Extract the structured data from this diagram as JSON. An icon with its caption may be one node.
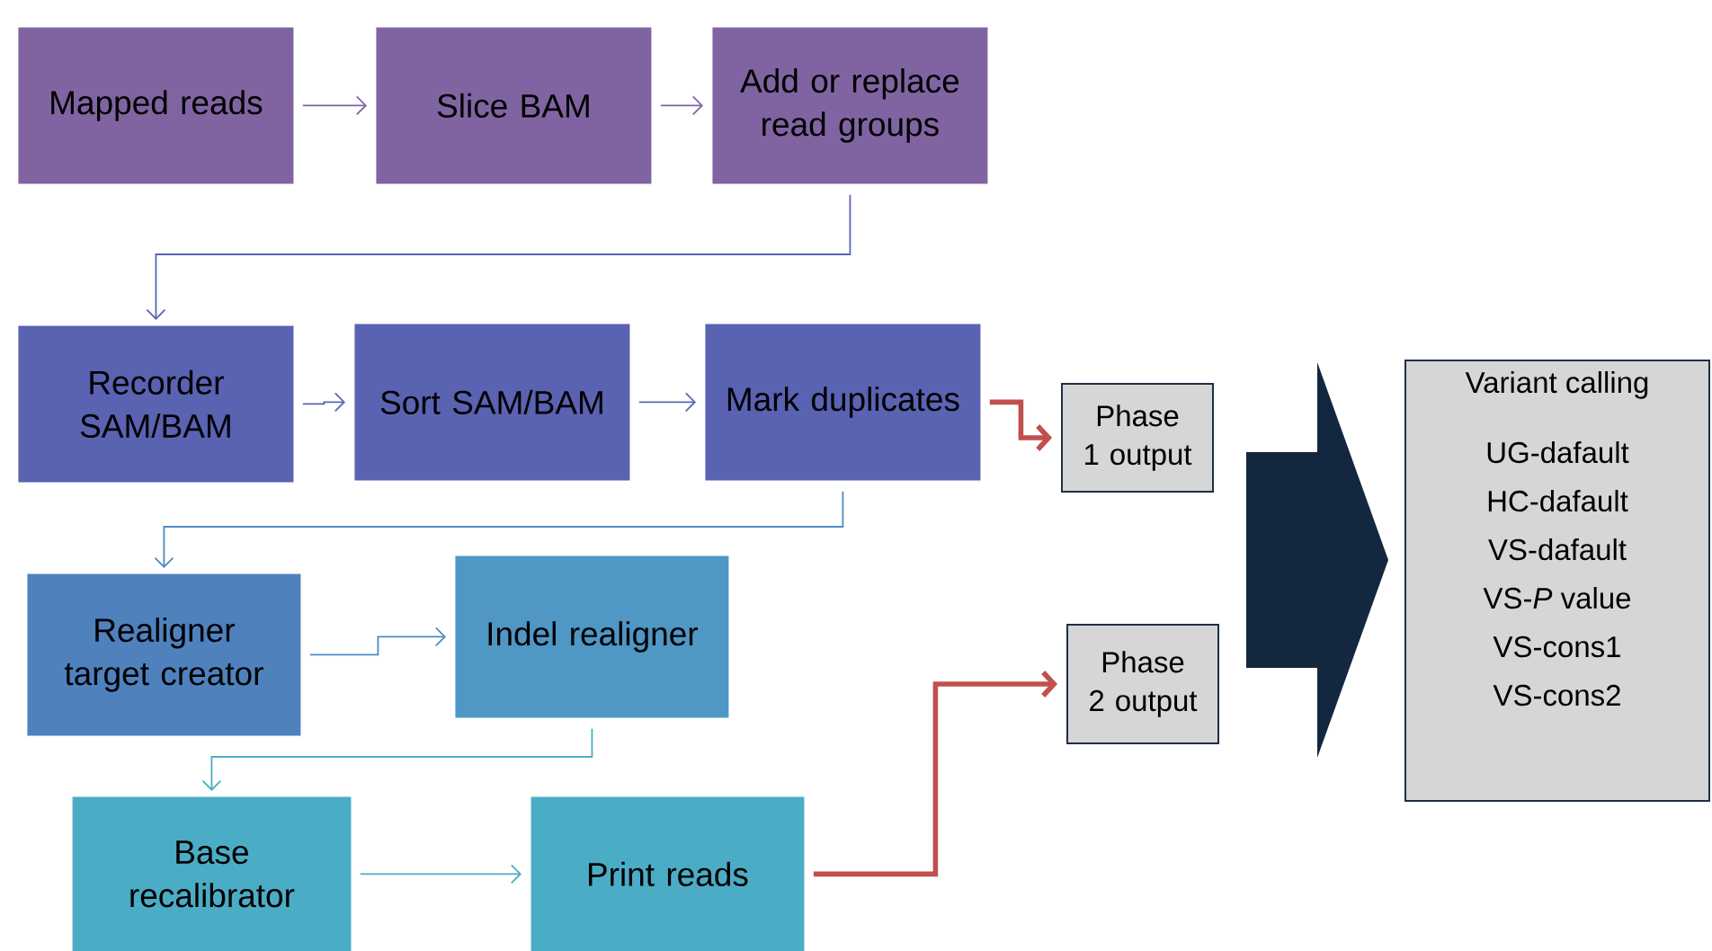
{
  "diagram": {
    "nodes": [
      {
        "text": [
          "Mapped reads"
        ]
      },
      {
        "text": [
          "Slice BAM"
        ]
      },
      {
        "text": [
          "Add or replace read groups"
        ]
      },
      {
        "text": [
          "Recorder SAM/BAM"
        ]
      },
      {
        "text": [
          "Sort SAM/BAM"
        ]
      },
      {
        "text": [
          "Mark duplicates"
        ]
      },
      {
        "text": [
          "Phase 1 output"
        ]
      },
      {
        "text": [
          "Realigner target creator"
        ]
      },
      {
        "text": [
          "Indel realigner"
        ]
      },
      {
        "text": [
          "Base recalibrator"
        ]
      },
      {
        "text": [
          "Print reads"
        ]
      },
      {
        "text": [
          "Phase 2 output"
        ]
      },
      {
        "text": [
          "Variant calling",
          "UG-dafault",
          "HC-dafault",
          "VS-dafault",
          "VS-*P* value",
          "VS-cons1",
          "VS-cons2"
        ]
      }
    ],
    "edges": [
      {
        "from": 0,
        "to": 1,
        "arrow": "to",
        "color": "#8064a2"
      },
      {
        "from": 1,
        "to": 2,
        "arrow": "to",
        "color": "#8064a2"
      },
      {
        "from": 2,
        "to": 3,
        "arrow": "to",
        "color": "#5b63b8"
      },
      {
        "from": 3,
        "to": 4,
        "arrow": "to",
        "color": "#5b63b8"
      },
      {
        "from": 4,
        "to": 5,
        "arrow": "to",
        "color": "#5b63b8"
      },
      {
        "from": 5,
        "to": 6,
        "arrow": "to",
        "style": "thick",
        "color": "#c0504d"
      },
      {
        "from": 5,
        "to": 7,
        "arrow": "to",
        "color": "#4f8ac6"
      },
      {
        "from": 7,
        "to": 8,
        "arrow": "to",
        "color": "#4f8ac6"
      },
      {
        "from": 8,
        "to": 9,
        "arrow": "to",
        "color": "#4bacc6"
      },
      {
        "from": 9,
        "to": 10,
        "arrow": "to",
        "color": "#4bacc6"
      },
      {
        "from": 10,
        "to": 11,
        "arrow": "to",
        "style": "thick",
        "color": "#c0504d"
      },
      {
        "from": 6,
        "to": 12,
        "arrow": "to",
        "style": "thick",
        "color": "#13273f"
      },
      {
        "from": 11,
        "to": 12,
        "arrow": "to",
        "style": "thick",
        "color": "#13273f"
      }
    ]
  }
}
